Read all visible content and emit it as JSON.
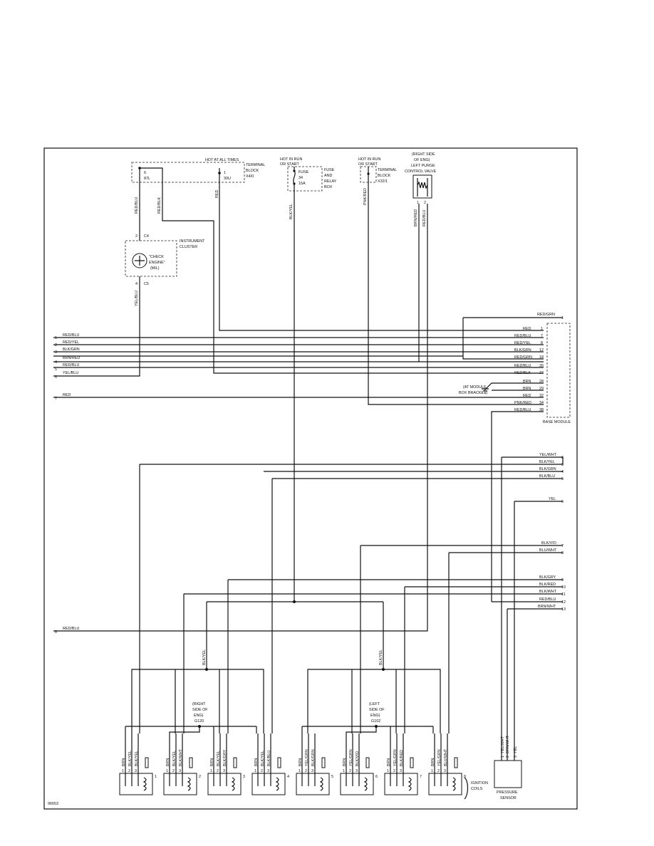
{
  "figure_code": "96653",
  "top_components": {
    "terminal_block_x4_0": {
      "header": "HOT AT ALL TIMES",
      "label": [
        "TERMINAL",
        "BLOCK",
        "X4/0"
      ],
      "pins": [
        "6",
        "87L",
        "1",
        "30U"
      ]
    },
    "fuse_box": {
      "header": [
        "HOT IN RUN",
        "OR START"
      ],
      "fuse": [
        "FUSE",
        "34",
        "15A"
      ],
      "label": [
        "FUSE",
        "AND",
        "RELAY",
        "BOX"
      ]
    },
    "terminal_block_x32_1": {
      "header": [
        "HOT IN RUN",
        "OR START"
      ],
      "label": [
        "TERMINAL",
        "BLOCK",
        "X32/1"
      ]
    },
    "purge_valve": {
      "label": [
        "(RIGHT SIDE",
        "OF ENG)",
        "LEFT PURGE",
        "CONTROL VALVE"
      ],
      "pins": [
        "1",
        "2"
      ]
    },
    "instrument_cluster": {
      "label": [
        "INSTRUMENT",
        "CLUSTER"
      ],
      "lamp": [
        "\"CHECK",
        "ENGINE\"",
        "(MIL)"
      ],
      "connector_top": "C4",
      "pin_top": "2",
      "connector_bottom": "C5",
      "pin_bottom": "4"
    }
  },
  "vertical_wire_labels": [
    "RED/BLU",
    "RED/BLK",
    "RED",
    "BLK/YEL",
    "PNK/RED",
    "BRN/RED",
    "RED/BLU",
    "YEL/BLU"
  ],
  "left_terminals": [
    {
      "num": "1",
      "wire": "RED/BLU"
    },
    {
      "num": "2",
      "wire": "RED/YEL"
    },
    {
      "num": "3",
      "wire": "BLK/GRN"
    },
    {
      "num": "4",
      "wire": "BRN/RED"
    },
    {
      "num": "5",
      "wire": "RED/BLU"
    },
    {
      "num": "6",
      "wire": "YEL/BLU"
    },
    {
      "num": "7",
      "wire": "RED"
    },
    {
      "num": "8",
      "wire": "RED/BLU"
    }
  ],
  "base_module": {
    "label": "BASE MODULE",
    "top_wire": {
      "wire": "RED/GRN",
      "num": "1"
    },
    "pins": [
      {
        "wire": "RED",
        "num": "1"
      },
      {
        "wire": "RED/BLU",
        "num": "7"
      },
      {
        "wire": "RED/YEL",
        "num": "8"
      },
      {
        "wire": "BLK/GRN",
        "num": "12"
      },
      {
        "wire": "RED/GRN",
        "num": "18"
      },
      {
        "wire": "RED/BLU",
        "num": "26"
      },
      {
        "wire": "RED/BLK",
        "num": "27"
      },
      {
        "wire": "BRN",
        "num": "28"
      },
      {
        "wire": "BRN",
        "num": "29"
      },
      {
        "wire": "RED",
        "num": "32"
      },
      {
        "wire": "PNK/RED",
        "num": "34"
      },
      {
        "wire": "RED/BLU",
        "num": "38"
      }
    ],
    "ground_label": [
      "(AT MODULE",
      "BOX BRACKET)"
    ]
  },
  "right_terminals": [
    {
      "wire": "YEL/WHT",
      "num": "8"
    },
    {
      "wire": "BLK/YEL",
      "num": "3"
    },
    {
      "wire": "BLK/GRN",
      "num": "4"
    },
    {
      "wire": "BLK/BLU",
      "num": "5"
    },
    {
      "wire": "YEL",
      "num": "6"
    },
    {
      "wire": "BLK/VIO",
      "num": "7"
    },
    {
      "wire": "BLU/WHT",
      "num": "8"
    },
    {
      "wire": "BLK/GRY",
      "num": "9"
    },
    {
      "wire": "BLK/RED",
      "num": "10"
    },
    {
      "wire": "BLK/WHT",
      "num": "11"
    },
    {
      "wire": "RED/BLU",
      "num": "12"
    },
    {
      "wire": "BRN/WHT",
      "num": "13"
    }
  ],
  "feed_labels": [
    "BLK/YEL",
    "BLK/YEL"
  ],
  "grounds": [
    {
      "label": [
        "(RIGHT",
        "SIDE OF",
        "ENG)",
        "G120"
      ]
    },
    {
      "label": [
        "(LEFT",
        "SIDE OF",
        "ENG)",
        "G102"
      ]
    }
  ],
  "coils": [
    {
      "num": "1",
      "wires": [
        "BRN",
        "BLK/YEL",
        "BLK/YEL"
      ]
    },
    {
      "num": "2",
      "wires": [
        "BRN",
        "BLK/YEL",
        "BLK/WHT"
      ]
    },
    {
      "num": "3",
      "wires": [
        "BRN",
        "BLK/YEL",
        "BLK/GRY"
      ]
    },
    {
      "num": "4",
      "wires": [
        "BRN",
        "BLK/YEL",
        "BLK/BLU"
      ]
    },
    {
      "num": "5",
      "wires": [
        "BRN",
        "YEL/GRN",
        "BLK/GRN"
      ]
    },
    {
      "num": "6",
      "wires": [
        "BRN",
        "YEL/GRN",
        "BLK/VIO"
      ]
    },
    {
      "num": "7",
      "wires": [
        "BRN",
        "YEL/GRN",
        "BLK/RED"
      ]
    },
    {
      "num": "8",
      "wires": [
        "BRN",
        "YEL/GRN",
        "BLU/WHT"
      ]
    }
  ],
  "coil_pin_numbers": [
    "1",
    "2",
    "3"
  ],
  "ignition_label": [
    "IGNITION",
    "COILS"
  ],
  "pressure_sensor": {
    "label": [
      "PRESSURE",
      "SENSOR"
    ],
    "pins": [
      {
        "num": "1",
        "wire": "YEL/WHT"
      },
      {
        "num": "2",
        "wire": "BRN/WHT"
      },
      {
        "num": "3",
        "wire": "YEL"
      }
    ]
  }
}
